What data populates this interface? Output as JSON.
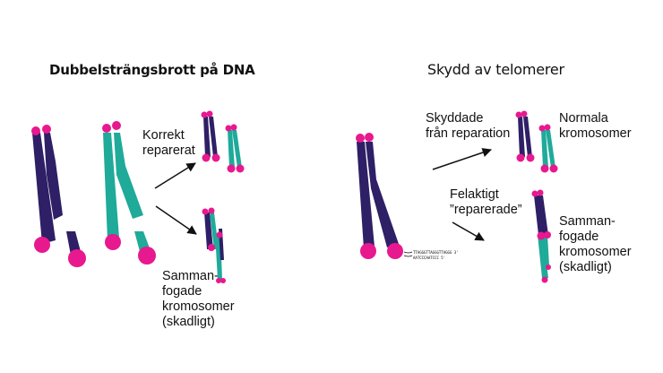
{
  "left_panel": {
    "title": "Dubbelsträngsbrott på DNA",
    "correct_label": [
      "Korrekt",
      "reparerat"
    ],
    "fused_label": [
      "Samman-",
      "fogade",
      "kromosomer",
      "(skadligt)"
    ]
  },
  "right_panel": {
    "title": "Skydd av telomerer",
    "protected_label": [
      "Skyddade",
      "från reparation"
    ],
    "normal_label": [
      "Normala",
      "kromosomer"
    ],
    "wrong_label": [
      "Felaktigt",
      "”reparerade”"
    ],
    "fused_label": [
      "Samman-",
      "fogade",
      "kromosomer",
      "(skadligt)"
    ],
    "telomere_seq": [
      "TTAGGGTTAGGGTTAGGG 3'",
      "AATCCCAATCCC 5'"
    ]
  },
  "colors": {
    "navy": "#2e1f66",
    "teal": "#1faa9a",
    "pink": "#e8188f",
    "arrow": "#111111"
  }
}
